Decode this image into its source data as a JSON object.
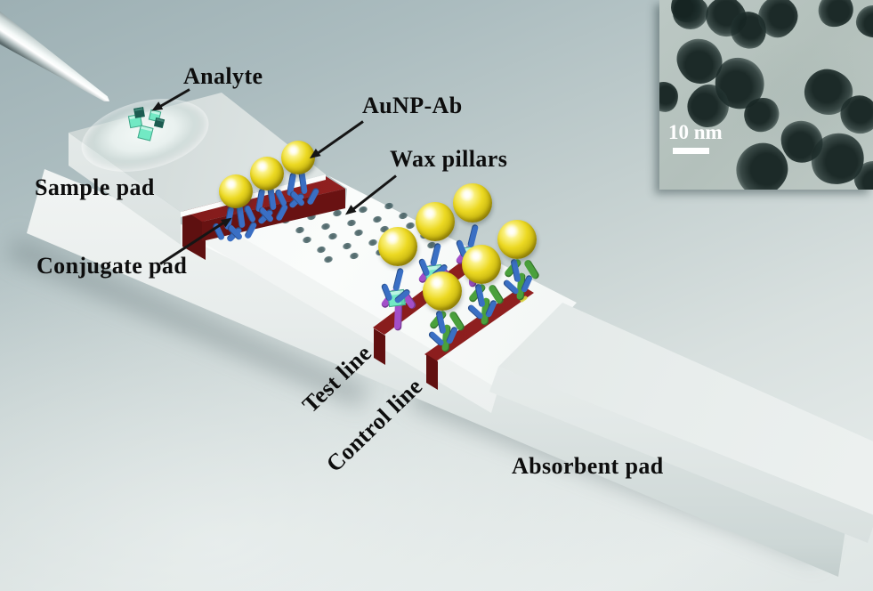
{
  "figure": {
    "labels": {
      "analyte": "Analyte",
      "aunp_ab": "AuNP-Ab",
      "wax_pillars": "Wax pillars",
      "sample_pad": "Sample pad",
      "conjugate_pad": "Conjugate pad",
      "test_line": "Test line",
      "control_line": "Control line",
      "absorbent_pad": "Absorbent pad"
    },
    "inset": {
      "scale_bar_label": "10 nm"
    },
    "colors": {
      "gold_nanoparticle": "#ecd922",
      "detection_antibody": "#3a6fc4",
      "test_capture_antibody": "#a34fc9",
      "control_capture_antibody": "#4aa03c",
      "analyte": "#72e9c4",
      "line_maroon": "#8e1f1f"
    }
  }
}
